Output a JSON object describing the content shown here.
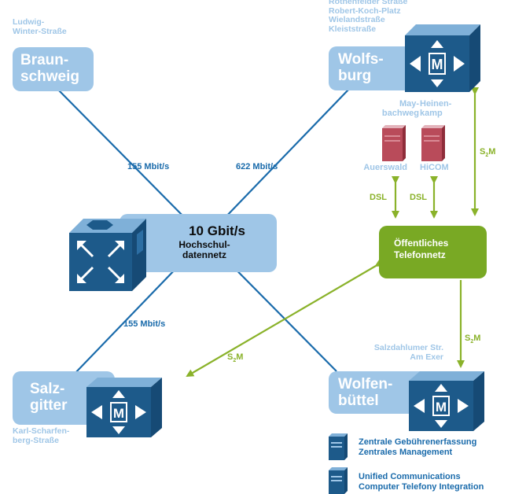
{
  "sites": {
    "braunschweig": {
      "name": "Braun-\nschweig",
      "street": "Ludwig-\nWinter-Straße"
    },
    "wolfsburg": {
      "name": "Wolfs-\nburg",
      "streets": "Rothenfelder Straße\nRobert-Koch-Platz\nWielandstraße\nKleiststraße"
    },
    "salzgitter": {
      "name": "Salz-\ngitter",
      "street": "Karl-Scharfen-\nberg-Straße"
    },
    "wolfenbuettel": {
      "name": "Wolfen-\nbüttel",
      "streets": "Salzdahlumer Str.\nAm Exer"
    }
  },
  "core": {
    "speed": "10 Gbit/s",
    "label": "Hochschul-\ndatennetz"
  },
  "links": {
    "braunschweig_rate": "155 Mbit/s",
    "wolfsburg_rate": "622 Mbit/s",
    "salzgitter_rate": "155 Mbit/s"
  },
  "pstn": {
    "label": "Öffentliches\nTelefonnetz"
  },
  "pbx": {
    "auerswald": {
      "location": "May-\nbachweg",
      "name": "Auerswald"
    },
    "hicom": {
      "location": "Heinen-\nkamp",
      "name": "HiCOM"
    }
  },
  "connections": {
    "dsl_1": "DSL",
    "dsl_2": "DSL",
    "s2m_main": "S",
    "s2m_sub": "2",
    "s2m_suffix": "M"
  },
  "legend": {
    "item1": "Zentrale Gebührenerfassung\nZentrales Management",
    "item2": "Unified Communications\nComputer Telefony Integration"
  },
  "colors": {
    "light_blue": "#9fc6e7",
    "dark_blue": "#1a6bab",
    "green": "#79a924",
    "router_blue": "#1d5a8a"
  },
  "icons": {
    "core_switch": "layer3-switch-icon",
    "call_manager": "call-manager-icon",
    "pbx": "pbx-server-icon",
    "server": "server-icon"
  }
}
